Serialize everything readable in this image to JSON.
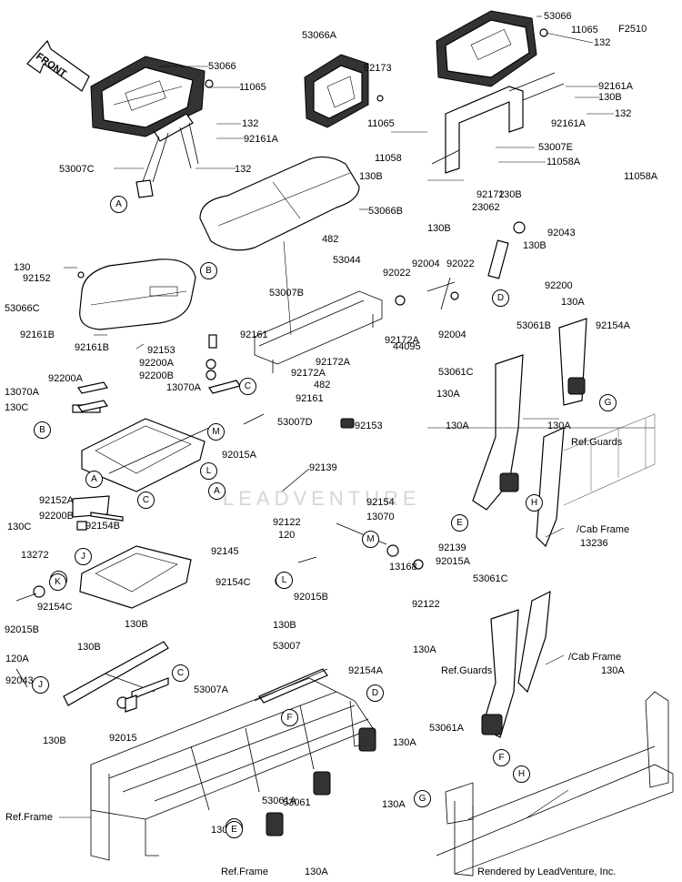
{
  "diagram_code": "F2510",
  "footer": "Rendered by LeadVenture, Inc.",
  "watermark": "LEADVENTURE",
  "front_indicator": "FRONT",
  "part_labels": [
    "53066",
    "11065",
    "132",
    "92161A",
    "53007C",
    "132",
    "53066A",
    "92173",
    "11065",
    "53066",
    "11065",
    "132",
    "92161A",
    "130B",
    "132",
    "92161A",
    "53007E",
    "11058",
    "11058A",
    "130B",
    "92172",
    "11058A",
    "130B",
    "130B",
    "53066B",
    "482",
    "53044",
    "92022",
    "92004",
    "92022",
    "23062",
    "92043",
    "130B",
    "44095",
    "92004",
    "130",
    "92152",
    "53066C",
    "92161B",
    "92161B",
    "53007B",
    "92161",
    "92153",
    "92200A",
    "92200B",
    "13070A",
    "92172A",
    "92172A",
    "92172A",
    "482",
    "92161",
    "92153",
    "92200A",
    "13070A",
    "130C",
    "53007D",
    "92015A",
    "92139",
    "92154",
    "13070",
    "92152A",
    "92200B",
    "130C",
    "92154B",
    "92200",
    "130A",
    "53061B",
    "92154A",
    "53061C",
    "130A",
    "130A",
    "130A",
    "Ref.Guards",
    "/Cab Frame",
    "13236",
    "92122",
    "120",
    "92145",
    "92139",
    "13168",
    "92015A",
    "92122",
    "13272",
    "92154C",
    "92015B",
    "92154C",
    "92015B",
    "130B",
    "130B",
    "53007",
    "130B",
    "120A",
    "92043",
    "92015",
    "130B",
    "53007A",
    "92154A",
    "53061C",
    "130A",
    "Ref.Guards",
    "/Cab Frame",
    "130A",
    "53061A",
    "130A",
    "53061A",
    "130A",
    "53061",
    "130A",
    "130A",
    "Ref.Frame",
    "Ref.Frame"
  ],
  "callouts": [
    "A",
    "B",
    "C",
    "D",
    "A",
    "B",
    "C",
    "M",
    "L",
    "A",
    "K",
    "J",
    "K",
    "L",
    "M",
    "J",
    "C",
    "D",
    "F",
    "E",
    "G",
    "H",
    "E",
    "F",
    "H",
    "G",
    "E"
  ]
}
